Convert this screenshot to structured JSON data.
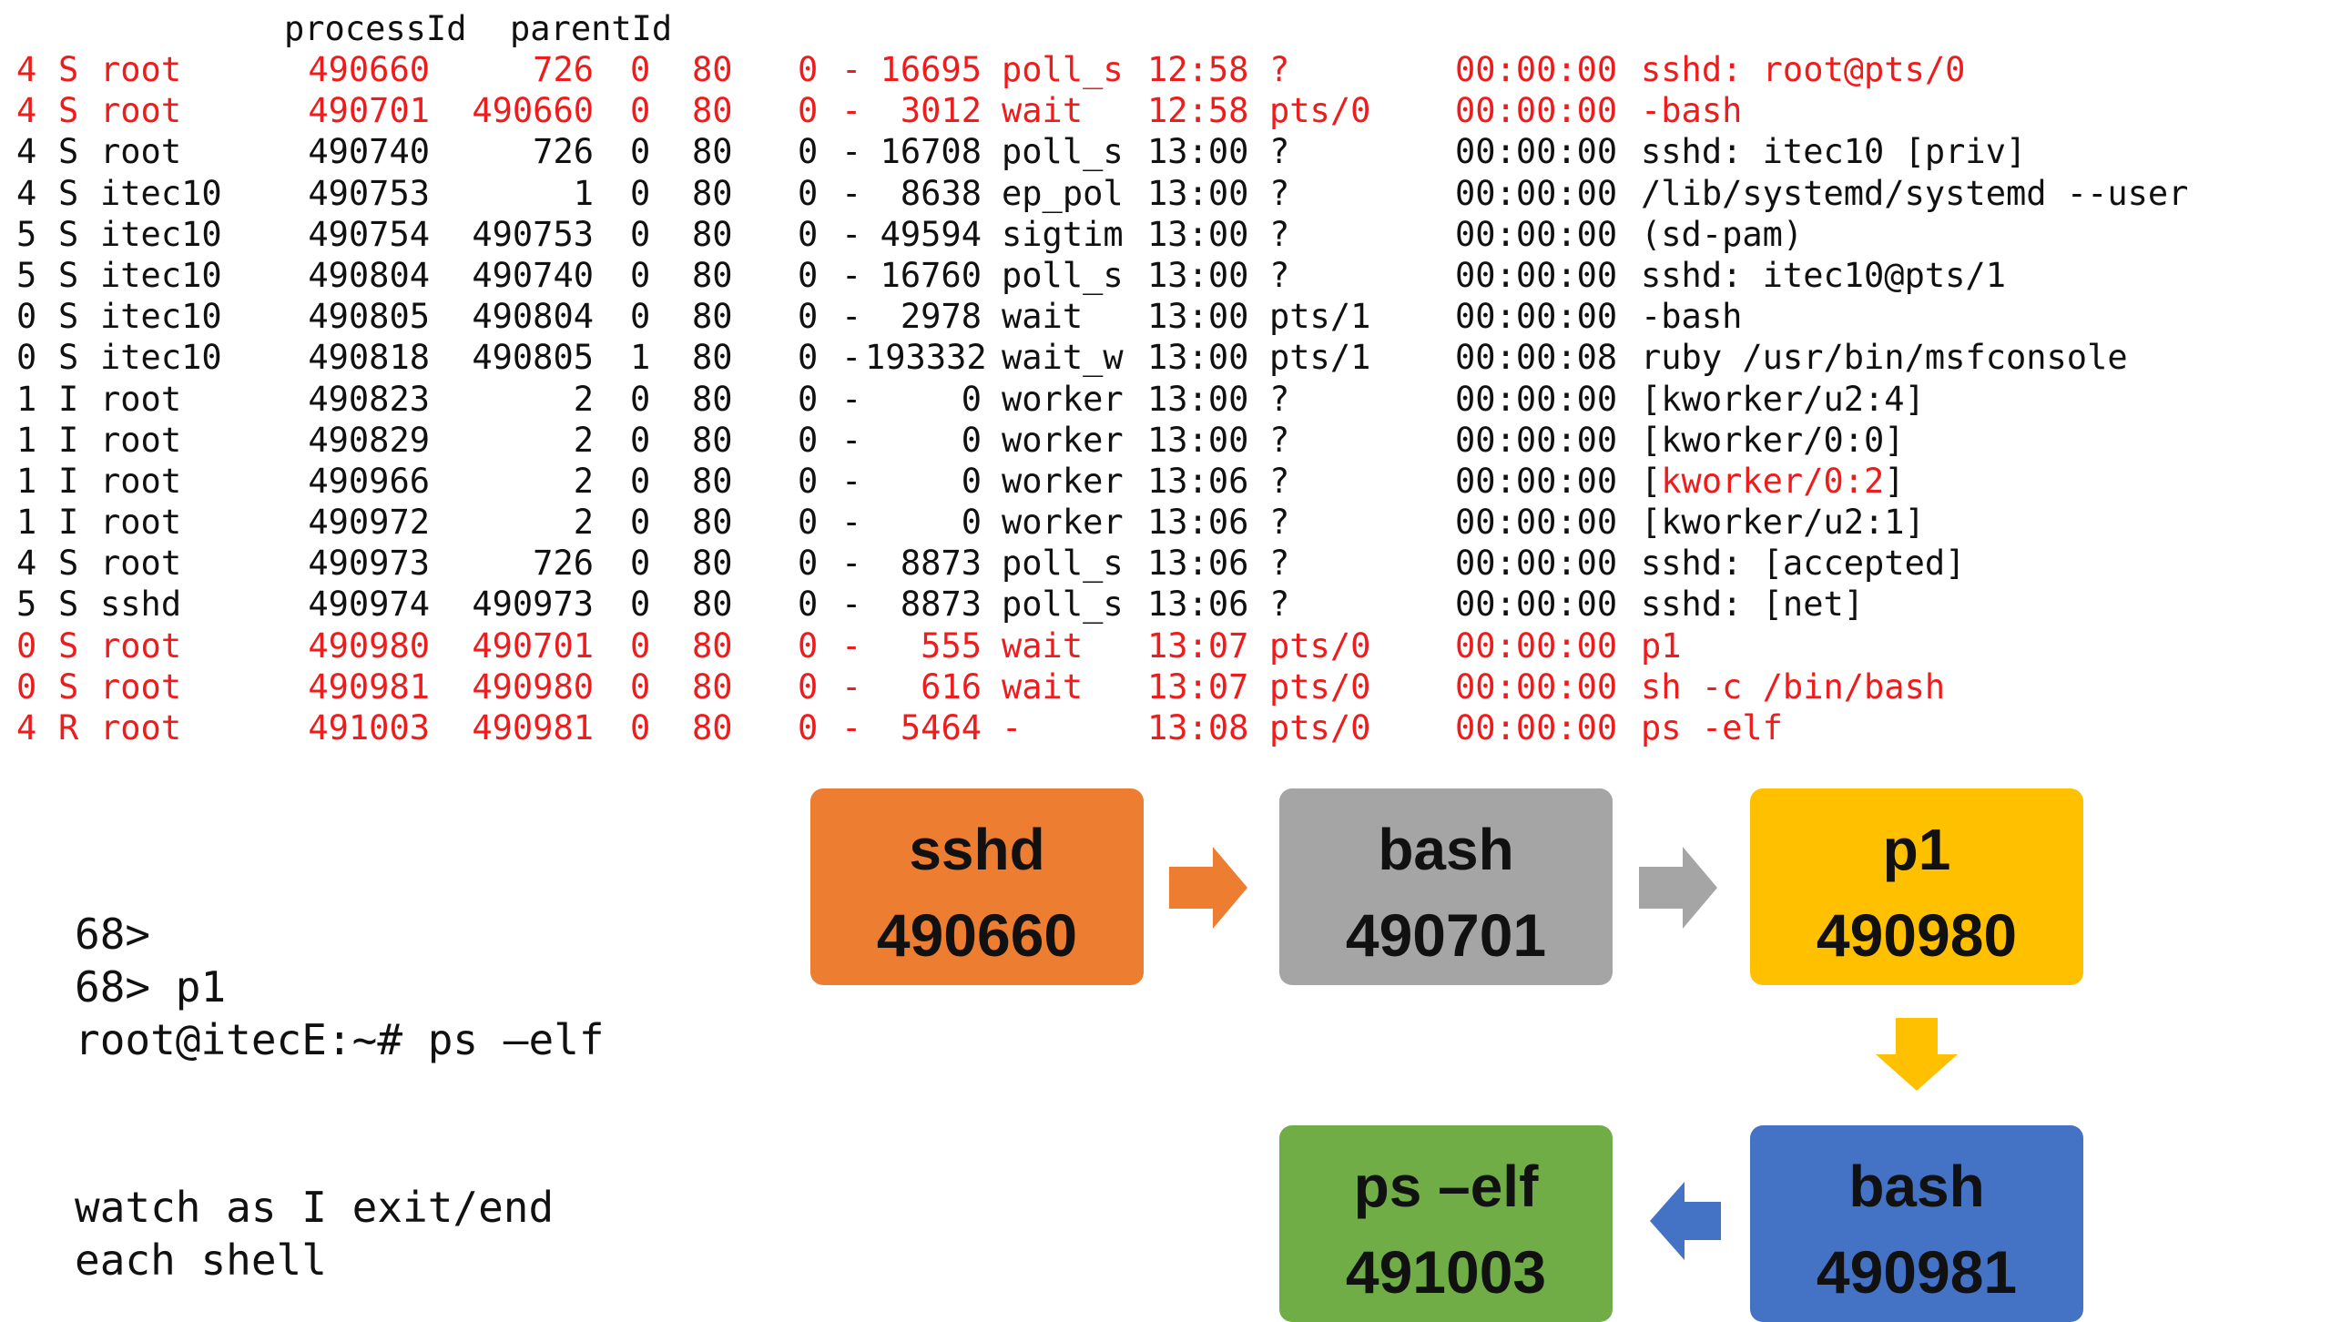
{
  "table": {
    "header": {
      "pid": "processId",
      "ppid": "parentId"
    },
    "rows": [
      {
        "f": "4",
        "s": "S",
        "uid": "root",
        "pid": "490660",
        "ppid": "726",
        "c": "0",
        "pri": "80",
        "ni": "0",
        "addr": "-",
        "sz": "16695",
        "wchan": "poll_s",
        "stime": "12:58",
        "tty": "?",
        "time": "00:00:00",
        "cmd": "sshd: root@pts/0",
        "highlight": true
      },
      {
        "f": "4",
        "s": "S",
        "uid": "root",
        "pid": "490701",
        "ppid": "490660",
        "c": "0",
        "pri": "80",
        "ni": "0",
        "addr": "-",
        "sz": "3012",
        "wchan": "wait",
        "stime": "12:58",
        "tty": "pts/0",
        "time": "00:00:00",
        "cmd": "-bash",
        "highlight": true
      },
      {
        "f": "4",
        "s": "S",
        "uid": "root",
        "pid": "490740",
        "ppid": "726",
        "c": "0",
        "pri": "80",
        "ni": "0",
        "addr": "-",
        "sz": "16708",
        "wchan": "poll_s",
        "stime": "13:00",
        "tty": "?",
        "time": "00:00:00",
        "cmd": "sshd: itec10 [priv]",
        "highlight": false
      },
      {
        "f": "4",
        "s": "S",
        "uid": "itec10",
        "pid": "490753",
        "ppid": "1",
        "c": "0",
        "pri": "80",
        "ni": "0",
        "addr": "-",
        "sz": "8638",
        "wchan": "ep_pol",
        "stime": "13:00",
        "tty": "?",
        "time": "00:00:00",
        "cmd": "/lib/systemd/systemd --user",
        "highlight": false
      },
      {
        "f": "5",
        "s": "S",
        "uid": "itec10",
        "pid": "490754",
        "ppid": "490753",
        "c": "0",
        "pri": "80",
        "ni": "0",
        "addr": "-",
        "sz": "49594",
        "wchan": "sigtim",
        "stime": "13:00",
        "tty": "?",
        "time": "00:00:00",
        "cmd": "(sd-pam)",
        "highlight": false
      },
      {
        "f": "5",
        "s": "S",
        "uid": "itec10",
        "pid": "490804",
        "ppid": "490740",
        "c": "0",
        "pri": "80",
        "ni": "0",
        "addr": "-",
        "sz": "16760",
        "wchan": "poll_s",
        "stime": "13:00",
        "tty": "?",
        "time": "00:00:00",
        "cmd": "sshd: itec10@pts/1",
        "highlight": false
      },
      {
        "f": "0",
        "s": "S",
        "uid": "itec10",
        "pid": "490805",
        "ppid": "490804",
        "c": "0",
        "pri": "80",
        "ni": "0",
        "addr": "-",
        "sz": "2978",
        "wchan": "wait",
        "stime": "13:00",
        "tty": "pts/1",
        "time": "00:00:00",
        "cmd": "-bash",
        "highlight": false
      },
      {
        "f": "0",
        "s": "S",
        "uid": "itec10",
        "pid": "490818",
        "ppid": "490805",
        "c": "1",
        "pri": "80",
        "ni": "0",
        "addr": "-",
        "sz": "193332",
        "wchan": "wait_w",
        "stime": "13:00",
        "tty": "pts/1",
        "time": "00:00:08",
        "cmd": "ruby /usr/bin/msfconsole",
        "highlight": false
      },
      {
        "f": "1",
        "s": "I",
        "uid": "root",
        "pid": "490823",
        "ppid": "2",
        "c": "0",
        "pri": "80",
        "ni": "0",
        "addr": "-",
        "sz": "0",
        "wchan": "worker",
        "stime": "13:00",
        "tty": "?",
        "time": "00:00:00",
        "cmd": "[kworker/u2:4]",
        "highlight": false
      },
      {
        "f": "1",
        "s": "I",
        "uid": "root",
        "pid": "490829",
        "ppid": "2",
        "c": "0",
        "pri": "80",
        "ni": "0",
        "addr": "-",
        "sz": "0",
        "wchan": "worker",
        "stime": "13:00",
        "tty": "?",
        "time": "00:00:00",
        "cmd": "[kworker/0:0]",
        "highlight": false
      },
      {
        "f": "1",
        "s": "I",
        "uid": "root",
        "pid": "490966",
        "ppid": "2",
        "c": "0",
        "pri": "80",
        "ni": "0",
        "addr": "-",
        "sz": "0",
        "wchan": "worker",
        "stime": "13:06",
        "tty": "?",
        "time": "00:00:00",
        "cmd_pre": "[",
        "cmd_mid": "kworker/0:2",
        "cmd_post": "]",
        "cmd_mid_red": true,
        "highlight": false
      },
      {
        "f": "1",
        "s": "I",
        "uid": "root",
        "pid": "490972",
        "ppid": "2",
        "c": "0",
        "pri": "80",
        "ni": "0",
        "addr": "-",
        "sz": "0",
        "wchan": "worker",
        "stime": "13:06",
        "tty": "?",
        "time": "00:00:00",
        "cmd": "[kworker/u2:1]",
        "highlight": false
      },
      {
        "f": "4",
        "s": "S",
        "uid": "root",
        "pid": "490973",
        "ppid": "726",
        "c": "0",
        "pri": "80",
        "ni": "0",
        "addr": "-",
        "sz": "8873",
        "wchan": "poll_s",
        "stime": "13:06",
        "tty": "?",
        "time": "00:00:00",
        "cmd": "sshd: [accepted]",
        "highlight": false
      },
      {
        "f": "5",
        "s": "S",
        "uid": "sshd",
        "pid": "490974",
        "ppid": "490973",
        "c": "0",
        "pri": "80",
        "ni": "0",
        "addr": "-",
        "sz": "8873",
        "wchan": "poll_s",
        "stime": "13:06",
        "tty": "?",
        "time": "00:00:00",
        "cmd": "sshd: [net]",
        "highlight": false
      },
      {
        "f": "0",
        "s": "S",
        "uid": "root",
        "pid": "490980",
        "ppid": "490701",
        "c": "0",
        "pri": "80",
        "ni": "0",
        "addr": "-",
        "sz": "555",
        "wchan": "wait",
        "stime": "13:07",
        "tty": "pts/0",
        "time": "00:00:00",
        "cmd": "p1",
        "highlight": true
      },
      {
        "f": "0",
        "s": "S",
        "uid": "root",
        "pid": "490981",
        "ppid": "490980",
        "c": "0",
        "pri": "80",
        "ni": "0",
        "addr": "-",
        "sz": "616",
        "wchan": "wait",
        "stime": "13:07",
        "tty": "pts/0",
        "time": "00:00:00",
        "cmd": "sh -c /bin/bash",
        "highlight": true
      },
      {
        "f": "4",
        "s": "R",
        "uid": "root",
        "pid": "491003",
        "ppid": "490981",
        "c": "0",
        "pri": "80",
        "ni": "0",
        "addr": "-",
        "sz": "5464",
        "wchan": "-",
        "stime": "13:08",
        "tty": "pts/0",
        "time": "00:00:00",
        "cmd": "ps -elf",
        "highlight": true
      }
    ]
  },
  "terminal": {
    "lines": [
      "68>",
      "68> p1",
      "root@itecE:~# ps –elf"
    ],
    "note": [
      "watch as I exit/end",
      "each shell"
    ]
  },
  "flow": {
    "boxes": [
      {
        "name": "sshd",
        "pid": "490660",
        "color": "#ed7d31"
      },
      {
        "name": "bash",
        "pid": "490701",
        "color": "#a5a5a5"
      },
      {
        "name": "p1",
        "pid": "490980",
        "color": "#ffc000"
      },
      {
        "name": "bash",
        "pid": "490981",
        "color": "#4472c4"
      },
      {
        "name": "ps –elf",
        "pid": "491003",
        "color": "#70ad47"
      }
    ],
    "highlight_color": "#ee1c1c"
  }
}
